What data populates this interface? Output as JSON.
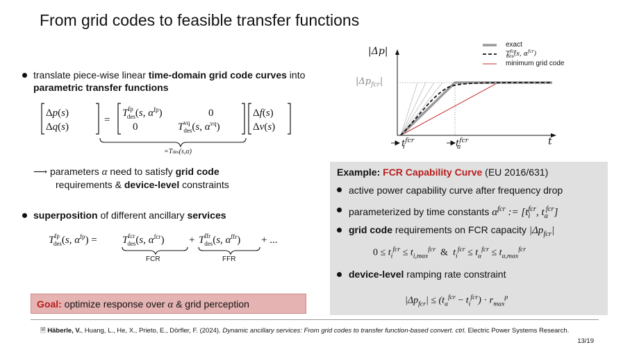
{
  "title": "From grid codes to feasible transfer functions",
  "left": {
    "bullet1": {
      "text_pre": "translate piece-wise linear ",
      "text_bold1": "time-domain grid code curves",
      "text_mid": " into ",
      "text_bold2": "parametric transfer functions"
    },
    "underbrace_label": "=T_des(s,α)",
    "arrow_line": {
      "pre": "parameters ",
      "mid": " need to satisfy ",
      "bold1": "grid code",
      "line2_pre": "requirements & ",
      "bold2": "device-level",
      "line2_post": " constraints"
    },
    "bullet2": {
      "bold1": "superposition",
      "mid": " of different ancillary ",
      "bold2": "services"
    },
    "brace_labels": [
      "FCR",
      "FFR"
    ],
    "goal": {
      "label": "Goal:",
      "text": " optimize response over ",
      "text2": " & grid perception"
    }
  },
  "chart": {
    "legend": [
      "exact",
      "T_des^fcr(s, α^fcr)",
      "minimum grid code"
    ],
    "ylabel": "|Δp|",
    "ytick": "|Δp_fcr|",
    "xlabel": "t",
    "xticks": [
      "t_i^fcr",
      "t_a^fcr"
    ]
  },
  "example": {
    "heading_pre": "Example: ",
    "heading_red": "FCR Capability Curve",
    "heading_post": " (EU 2016/631)",
    "items": [
      "active power capability curve after frequency drop",
      "parameterized by time constants ",
      "grid code requirements on FCR capacity ",
      "device-level ramping rate constraint"
    ],
    "item3_bold": "grid code",
    "item4_bold": "device-level"
  },
  "citation": {
    "authors_bold": "Häberle, V.",
    "authors_rest": ", Huang, L., He, X., Prieto, E., Dörfler, F. (2024). ",
    "title_italic": "Dynamic ancillary services: From grid codes to transfer function-based convert. ctrl.",
    "journal": " Electric Power Systems Research."
  },
  "page": "13/19",
  "colors": {
    "accent_red": "#b71c1c",
    "goal_bg": "#e6b3b3",
    "example_bg": "#e0e0e0"
  }
}
